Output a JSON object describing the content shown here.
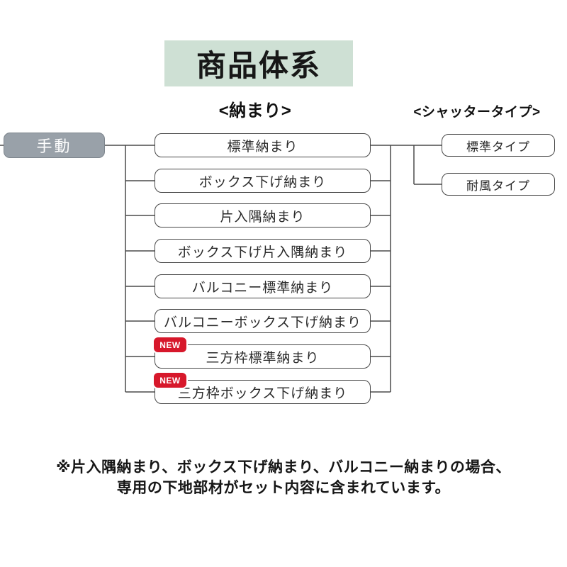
{
  "title": "商品体系",
  "headings": {
    "osamari": "<納まり>",
    "shutter": "<シャッタータイプ>"
  },
  "root": {
    "label": "手動"
  },
  "new_badge_label": "NEW",
  "osamari_items": [
    {
      "label": "標準納まり",
      "new": false
    },
    {
      "label": "ボックス下げ納まり",
      "new": false
    },
    {
      "label": "片入隅納まり",
      "new": false
    },
    {
      "label": "ボックス下げ片入隅納まり",
      "new": false
    },
    {
      "label": "バルコニー標準納まり",
      "new": false
    },
    {
      "label": "バルコニーボックス下げ納まり",
      "new": false
    },
    {
      "label": "三方枠標準納まり",
      "new": true
    },
    {
      "label": "三方枠ボックス下げ納まり",
      "new": true
    }
  ],
  "shutter_types": [
    {
      "label": "標準タイプ"
    },
    {
      "label": "耐風タイプ"
    }
  ],
  "note_lines": [
    "※片入隅納まり、ボックス下げ納まり、バルコニー納まりの場合、",
    "専用の下地部材がセット内容に含まれています。"
  ],
  "colors": {
    "title_bg": "#cee0d4",
    "root_fill": "#99a1a9",
    "root_border": "#7c848c",
    "new_badge": "#d7182b",
    "line": "#4a4a4a",
    "text": "#1f1f1f"
  }
}
